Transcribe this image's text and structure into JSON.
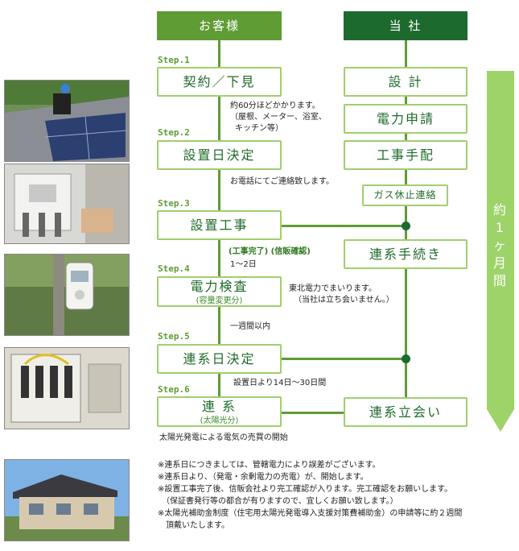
{
  "headers": {
    "customer": "お客様",
    "company": "当 社"
  },
  "steps": [
    "Step.1",
    "Step.2",
    "Step.3",
    "Step.4",
    "Step.5",
    "Step.6"
  ],
  "customer_boxes": {
    "contract": "契約／下見",
    "install_date": "設置日決定",
    "install_work": "設置工事",
    "inspection": "電力検査",
    "inspection_sub": "(容量変更分)",
    "connect_date": "連系日決定",
    "connect": "連 系",
    "connect_sub": "(太陽光分)"
  },
  "company_boxes": {
    "design": "設 計",
    "power_application": "電力申請",
    "construction_arrange": "工事手配",
    "gas_stop": "ガス休止連絡",
    "connect_procedure": "連系手続き",
    "connect_witness": "連系立会い"
  },
  "notes": {
    "survey_line1": "約60分ほどかかります。",
    "survey_line2": "（屋根、メーター、浴室、",
    "survey_line3": "キッチン等）",
    "phone": "お電話にてご連絡致します。",
    "complete_confirm": "(工事完了) (信販確認)",
    "days_1_2": "1～2日",
    "tohoku_line1": "東北電力でまいります。",
    "tohoku_line2": "（当社は立ち会いません。）",
    "within_week": "一週間以内",
    "days_14_30": "設置日より14日～30日間",
    "sale_start": "太陽光発電による電気の売買の開始"
  },
  "duration_label": [
    "約",
    "1",
    "ヶ",
    "月",
    "間"
  ],
  "footnotes": [
    "※連系日につきましては、管轄電力により誤差がございます。",
    "※連系日より、（発電・余剰電力の売電）が、開始します。",
    "※設置工事完了後、信販会社より完工確認が入ります。完工確認をお願いします。",
    "　（保証書発行等の都合が有りますので、宜しくお願い致します。）",
    "※太陽光補助金制度（住宅用太陽光発電導入支援対策費補助金）の申請等に約２週間",
    "　頂戴いたします。"
  ],
  "colors": {
    "light_green": "#5f9c34",
    "dark_green": "#1d6a2f",
    "box_border": "#9fcf6e",
    "arrow": "#9ed36a"
  },
  "photos": [
    "roof-installation-photo",
    "power-meter-wiring-photo",
    "electric-meter-photo",
    "distribution-box-photo",
    "house-exterior-photo"
  ]
}
